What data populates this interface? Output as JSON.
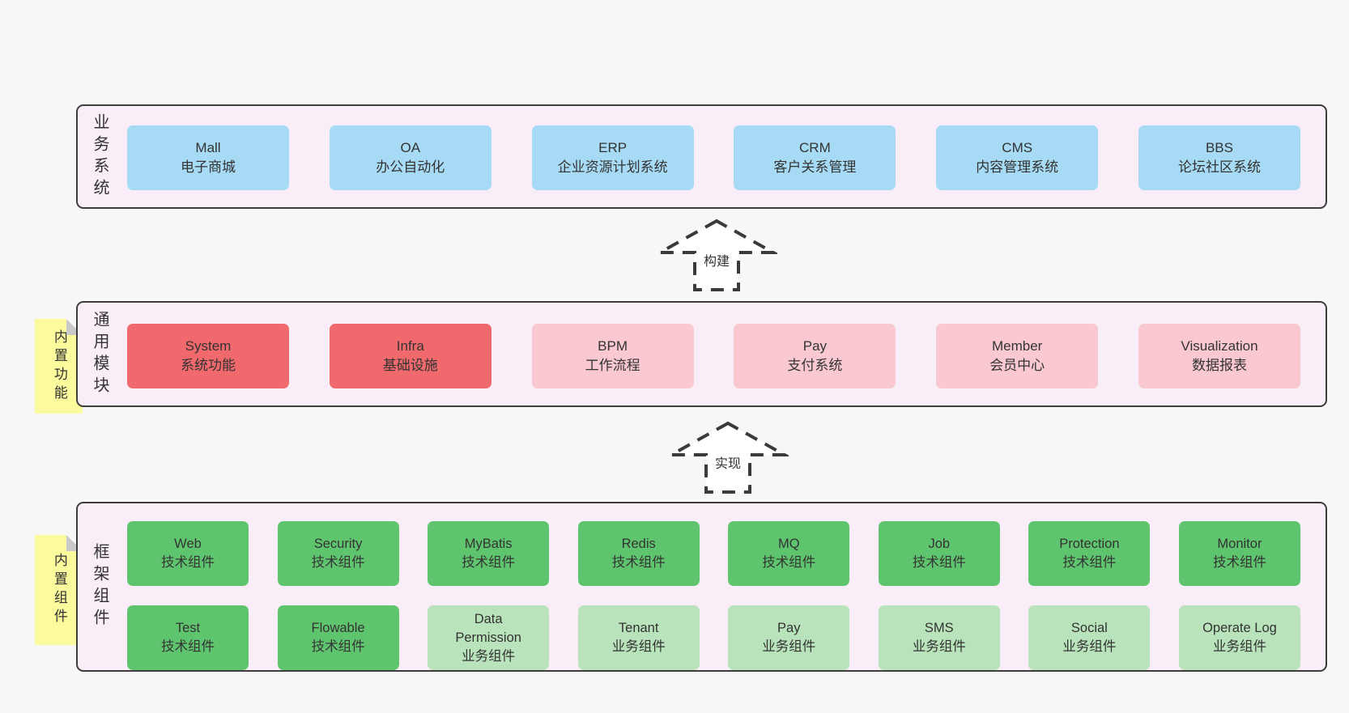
{
  "colors": {
    "page_background": "#f7f7f7",
    "container_background": "#f9eef7",
    "container_border": "#3d3d3d",
    "blue_box": "#a7daf4",
    "red_box": "#f0696c",
    "pink_box": "#f9c8d0",
    "green_box": "#5fc46e",
    "light_green_box": "#b9e3bb",
    "note_yellow": "#fbfa9d",
    "note_fold_gray": "#c9c9c9",
    "text": "#333333"
  },
  "arrows": [
    {
      "label": "构建"
    },
    {
      "label": "实现"
    }
  ],
  "layers": [
    {
      "label": "业务系统",
      "boxes": [
        {
          "title": "Mall",
          "subtitle": "电子商城",
          "variant": "blue"
        },
        {
          "title": "OA",
          "subtitle": "办公自动化",
          "variant": "blue"
        },
        {
          "title": "ERP",
          "subtitle": "企业资源计划系统",
          "variant": "blue"
        },
        {
          "title": "CRM",
          "subtitle": "客户关系管理",
          "variant": "blue"
        },
        {
          "title": "CMS",
          "subtitle": "内容管理系统",
          "variant": "blue"
        },
        {
          "title": "BBS",
          "subtitle": "论坛社区系统",
          "variant": "blue"
        }
      ]
    },
    {
      "label": "通用模块",
      "note": "内置功能",
      "boxes": [
        {
          "title": "System",
          "subtitle": "系统功能",
          "variant": "red"
        },
        {
          "title": "Infra",
          "subtitle": "基础设施",
          "variant": "red"
        },
        {
          "title": "BPM",
          "subtitle": "工作流程",
          "variant": "pink"
        },
        {
          "title": "Pay",
          "subtitle": "支付系统",
          "variant": "pink"
        },
        {
          "title": "Member",
          "subtitle": "会员中心",
          "variant": "pink"
        },
        {
          "title": "Visualization",
          "subtitle": "数据报表",
          "variant": "pink"
        }
      ]
    },
    {
      "label": "框架组件",
      "note": "内置组件",
      "rows": [
        [
          {
            "title": "Web",
            "subtitle": "技术组件",
            "variant": "green"
          },
          {
            "title": "Security",
            "subtitle": "技术组件",
            "variant": "green"
          },
          {
            "title": "MyBatis",
            "subtitle": "技术组件",
            "variant": "green"
          },
          {
            "title": "Redis",
            "subtitle": "技术组件",
            "variant": "green"
          },
          {
            "title": "MQ",
            "subtitle": "技术组件",
            "variant": "green"
          },
          {
            "title": "Job",
            "subtitle": "技术组件",
            "variant": "green"
          },
          {
            "title": "Protection",
            "subtitle": "技术组件",
            "variant": "green"
          },
          {
            "title": "Monitor",
            "subtitle": "技术组件",
            "variant": "green"
          }
        ],
        [
          {
            "title": "Test",
            "subtitle": "技术组件",
            "variant": "green"
          },
          {
            "title": "Flowable",
            "subtitle": "技术组件",
            "variant": "green"
          },
          {
            "title": "Data Permission",
            "subtitle": "业务组件",
            "variant": "lightgreen"
          },
          {
            "title": "Tenant",
            "subtitle": "业务组件",
            "variant": "lightgreen"
          },
          {
            "title": "Pay",
            "subtitle": "业务组件",
            "variant": "lightgreen"
          },
          {
            "title": "SMS",
            "subtitle": "业务组件",
            "variant": "lightgreen"
          },
          {
            "title": "Social",
            "subtitle": "业务组件",
            "variant": "lightgreen"
          },
          {
            "title": "Operate Log",
            "subtitle": "业务组件",
            "variant": "lightgreen"
          }
        ]
      ]
    }
  ]
}
